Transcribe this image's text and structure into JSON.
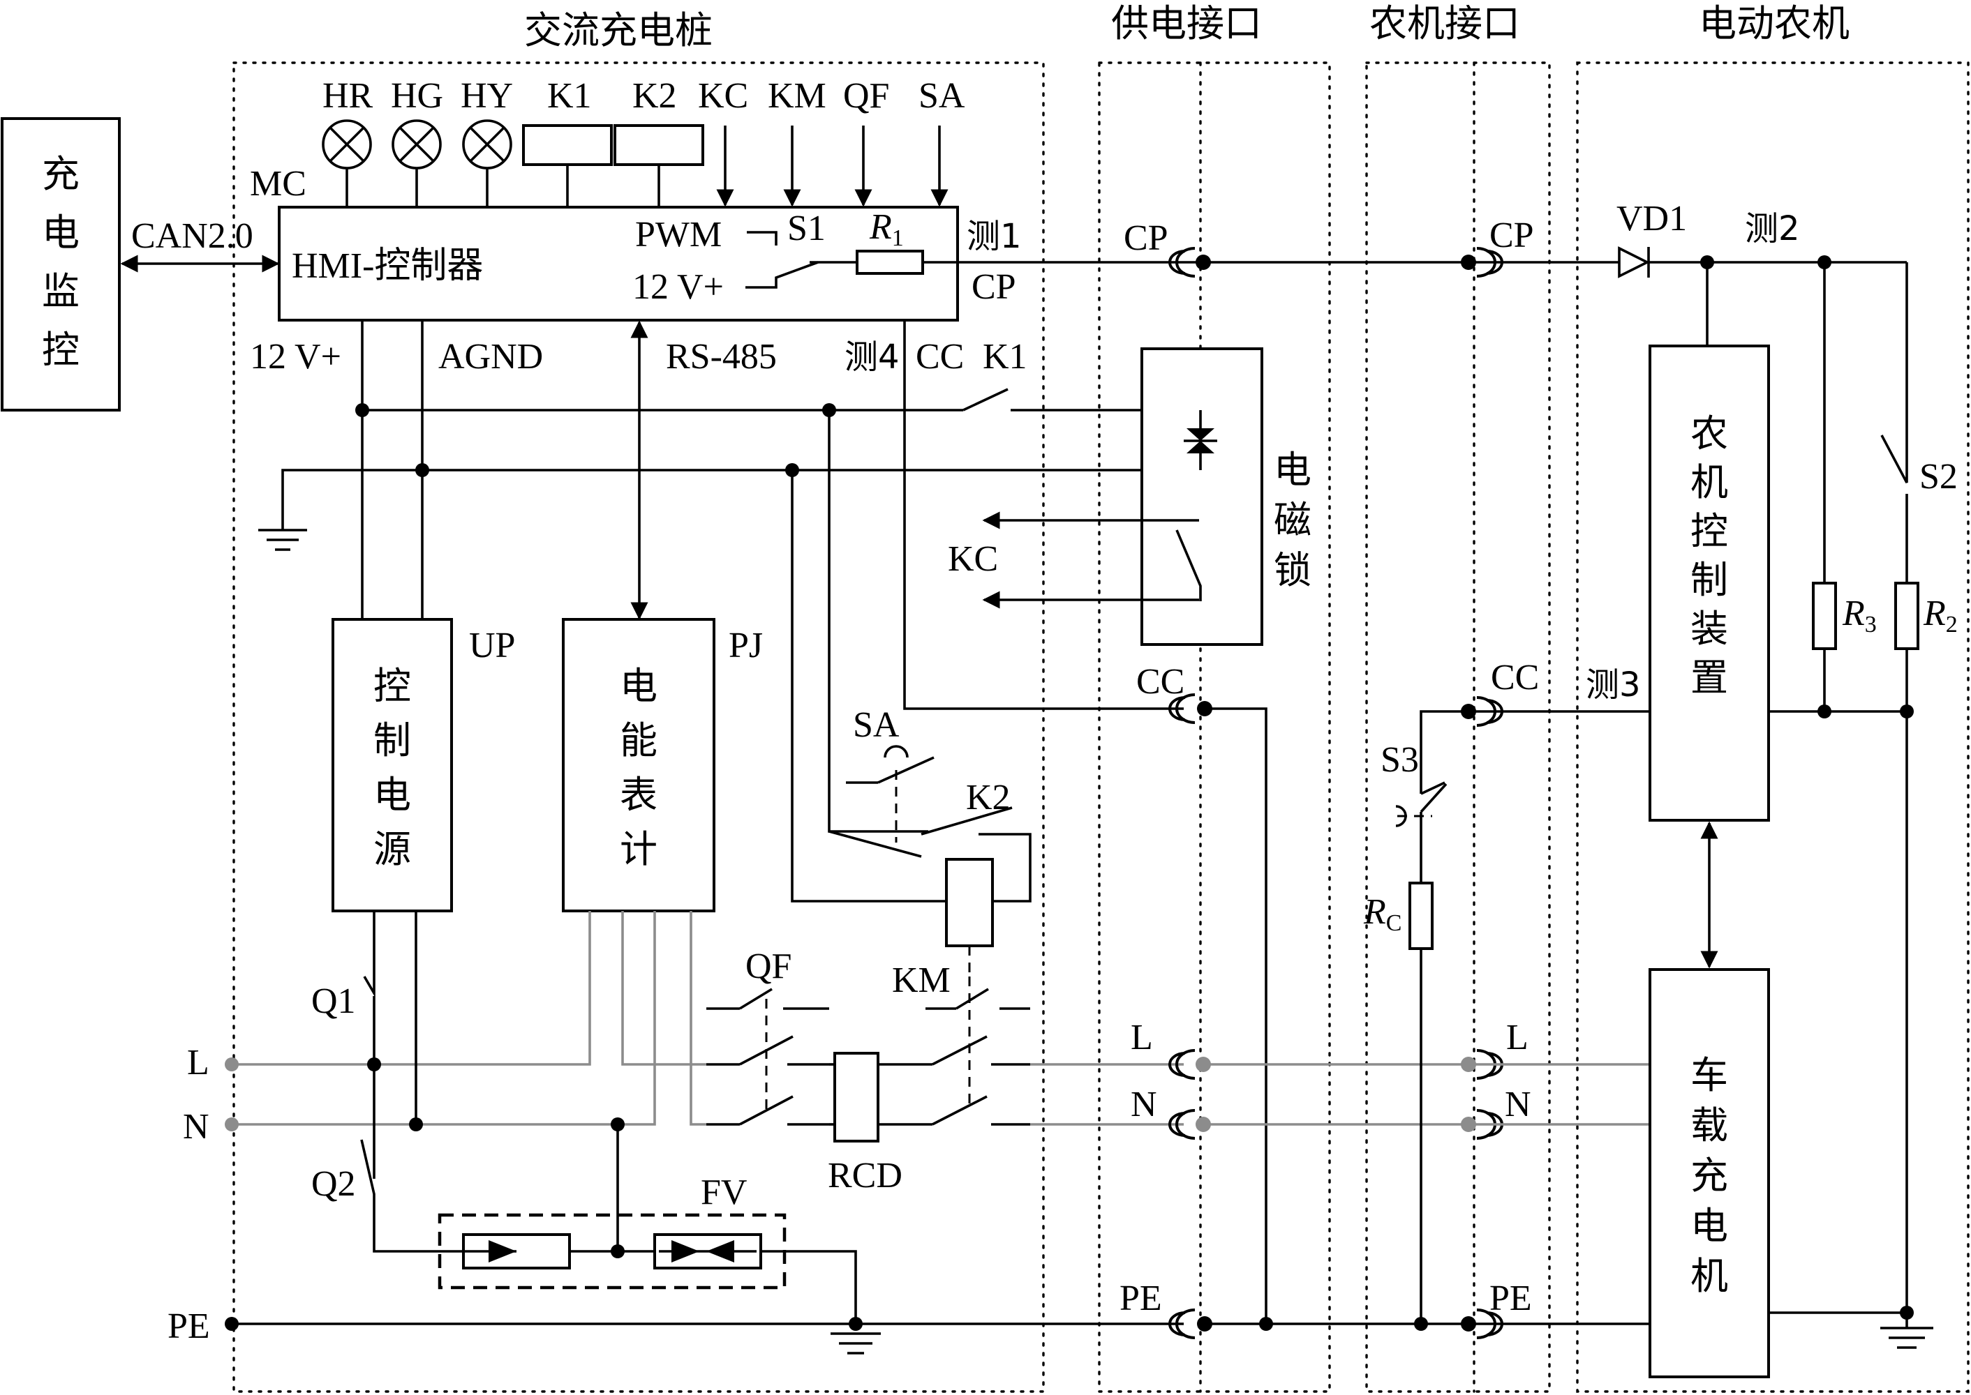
{
  "titles": {
    "charger": "交流充电桩",
    "supply_port": "供电接口",
    "machine_port": "农机接口",
    "machine": "电动农机"
  },
  "monitor": {
    "chars": [
      "充",
      "电",
      "监",
      "控"
    ]
  },
  "can_label": "CAN2.0",
  "mc_label": "MC",
  "indicators": {
    "hr": "HR",
    "hg": "HG",
    "hy": "HY",
    "k1": "K1",
    "k2": "K2",
    "kc": "KC",
    "km": "KM",
    "qf": "QF",
    "sa": "SA"
  },
  "controller": {
    "name": "HMI-控制器",
    "pwm": "PWM",
    "s1": "S1",
    "r1": "R",
    "r1_sub": "1",
    "v12": "12 V+",
    "cp": "CP",
    "test1": "测1"
  },
  "bus": {
    "v12": "12 V+",
    "agnd": "AGND",
    "rs485": "RS-485",
    "test4": "测4",
    "cc": "CC",
    "k1": "K1"
  },
  "lock": {
    "chars": [
      "电",
      "磁",
      "锁"
    ],
    "kc": "KC"
  },
  "power_supply": {
    "chars": [
      "控",
      "制",
      "电",
      "源"
    ],
    "tag": "UP"
  },
  "meter": {
    "chars": [
      "电",
      "能",
      "表",
      "计"
    ],
    "tag": "PJ"
  },
  "switches": {
    "sa": "SA",
    "k2": "K2",
    "qf": "QF",
    "km": "KM",
    "q1": "Q1",
    "q2": "Q2",
    "fv": "FV",
    "rcd": "RCD",
    "s3": "S3",
    "s2": "S2"
  },
  "lines": {
    "l": "L",
    "n": "N",
    "pe": "PE"
  },
  "ports": {
    "cp": "CP",
    "cc": "CC",
    "l": "L",
    "n": "N",
    "pe": "PE"
  },
  "machine": {
    "vd1": "VD1",
    "test2": "测2",
    "test3": "测3",
    "controller_chars": [
      "农",
      "机",
      "控",
      "制",
      "装",
      "置"
    ],
    "charger_chars": [
      "车",
      "载",
      "充",
      "电",
      "机"
    ],
    "r3": "R",
    "r3_sub": "3",
    "r2": "R",
    "r2_sub": "2",
    "rc": "R",
    "rc_sub": "C"
  }
}
